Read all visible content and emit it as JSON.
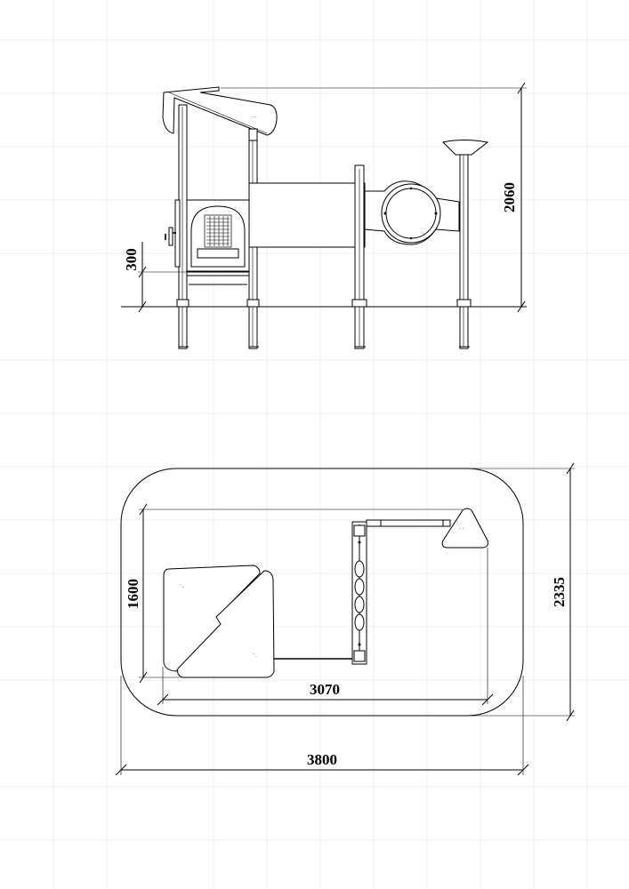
{
  "colors": {
    "background": "#ffffff",
    "line": "#000000",
    "grid": "#dde4e6"
  },
  "side_view": {
    "height_dim": "2060",
    "platform_dim": "300"
  },
  "top_view": {
    "depth_dim": "1600",
    "width_dim": "3070",
    "zone_depth_dim": "2335",
    "zone_width_dim": "3800"
  }
}
